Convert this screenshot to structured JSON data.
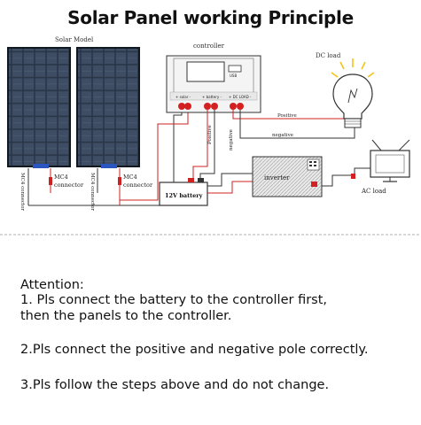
{
  "title": "Solar Panel working Principle",
  "diagram": {
    "labels": {
      "solar_model": "Solar Model",
      "controller": "controller",
      "dc_load": "DC load",
      "positive_top": "Positive",
      "negative_top": "negative",
      "ctrl_positive": "Positive",
      "ctrl_negative": "negative",
      "mc4_left": "MC4",
      "connector_left": "connector",
      "mc4_right": "MC4",
      "connector_right": "connector",
      "mc4_vert_left": "MC4 connector",
      "mc4_vert_right": "MC4 connector",
      "battery": "12V battery",
      "inverter": "inverter",
      "ac_load": "AC load",
      "ctrl_term_solar": "+ solar -",
      "ctrl_term_battery": "+ battery -",
      "ctrl_term_dcload": "+ DC LOAD -",
      "ctrl_usb": "USB"
    },
    "colors": {
      "positive_wire": "#cc2222",
      "negative_wire": "#333333",
      "terminal": "#d42020",
      "panel_dark": "#1f2a3a"
    }
  },
  "attention": {
    "heading": "Attention:",
    "line1a": "1. Pls connect the battery to the controller first,",
    "line1b": "then the panels to the controller.",
    "line2": "2.Pls connect the positive and negative pole correctly.",
    "line3": "3.Pls follow the steps above and do not change."
  }
}
